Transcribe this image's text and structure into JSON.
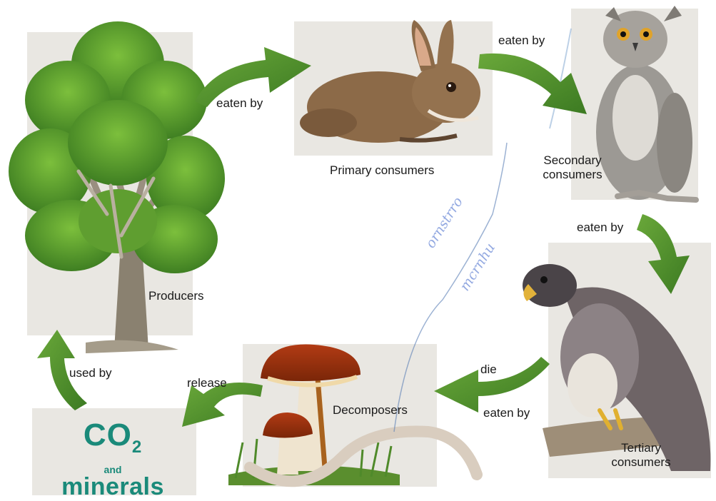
{
  "nodes": {
    "producers": "Producers",
    "primary": "Primary consumers",
    "secondary_line1": "Secondary",
    "secondary_line2": "consumers",
    "tertiary_line1": "Tertiary",
    "tertiary_line2": "consumers",
    "decomposers": "Decomposers"
  },
  "co2_box": {
    "co": "CO",
    "sub": "2",
    "and": "and",
    "minerals": "minerals"
  },
  "arrows": {
    "tree_to_rabbit": "eaten by",
    "rabbit_to_owl": "eaten by",
    "owl_to_hawk": "eaten by",
    "hawk_to_decomposers_top": "die",
    "hawk_to_decomposers_bottom": "eaten by",
    "decomposers_to_co2": "release",
    "co2_to_tree": "used by"
  },
  "handwriting": {
    "line1": "ornstrro",
    "line2": "mcrnhu"
  },
  "colors": {
    "arrow": "#4b8a2a",
    "panel": "#e9e7e2",
    "co2_text": "#1a8a7a"
  }
}
